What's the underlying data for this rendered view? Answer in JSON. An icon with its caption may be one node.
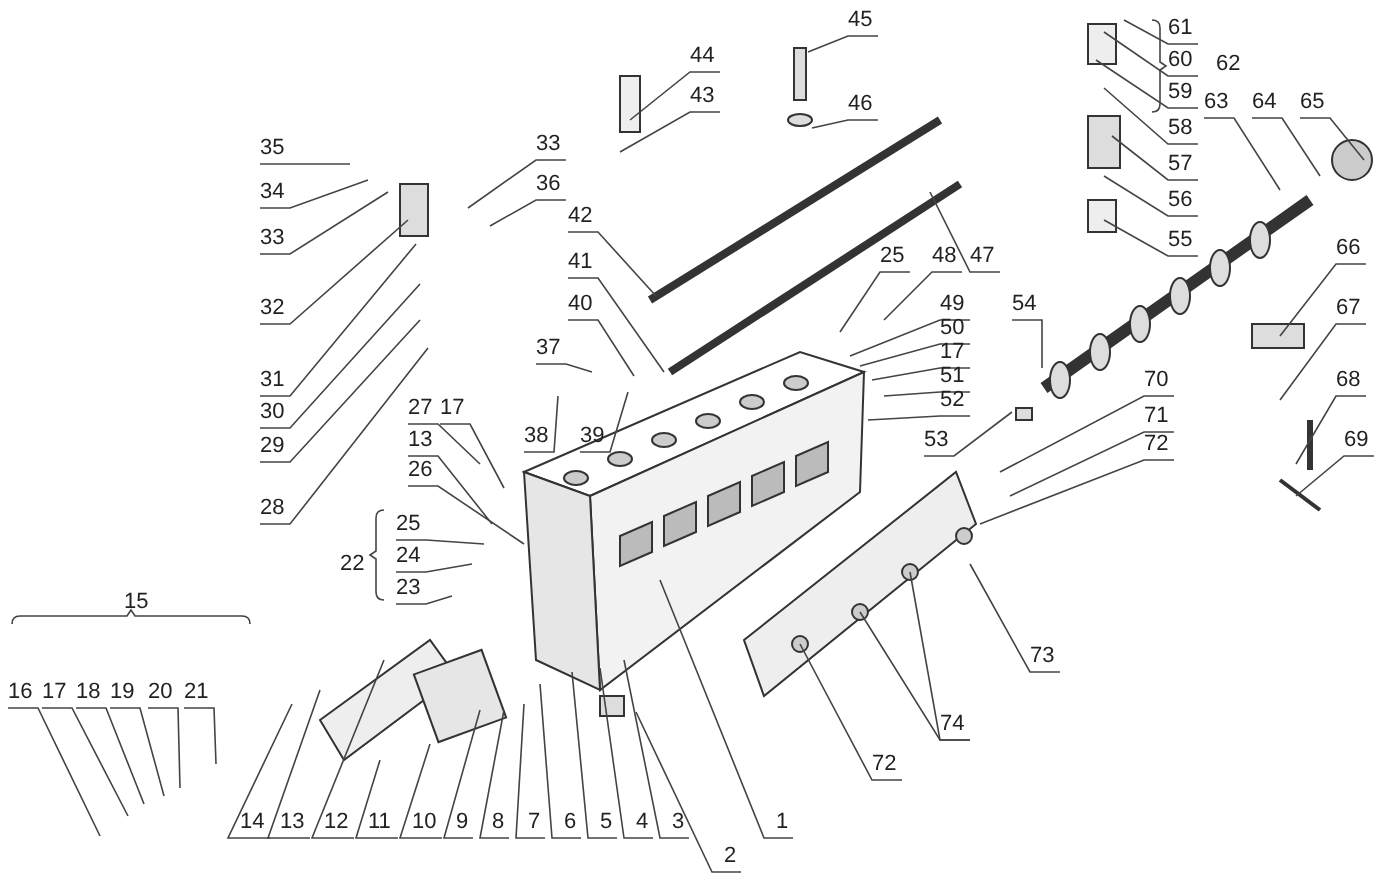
{
  "diagram": {
    "nodes": [
      {
        "text": [
          "35"
        ]
      },
      {
        "text": [
          "34"
        ]
      },
      {
        "text": [
          "33"
        ]
      },
      {
        "text": [
          "32"
        ]
      },
      {
        "text": [
          "31"
        ]
      },
      {
        "text": [
          "30"
        ]
      },
      {
        "text": [
          "29"
        ]
      },
      {
        "text": [
          "28"
        ]
      },
      {
        "text": [
          "33"
        ]
      },
      {
        "text": [
          "36"
        ]
      },
      {
        "text": [
          "44"
        ]
      },
      {
        "text": [
          "43"
        ]
      },
      {
        "text": [
          "42"
        ]
      },
      {
        "text": [
          "41"
        ]
      },
      {
        "text": [
          "40"
        ]
      },
      {
        "text": [
          "37"
        ]
      },
      {
        "text": [
          "38"
        ]
      },
      {
        "text": [
          "39"
        ]
      },
      {
        "text": [
          "45"
        ]
      },
      {
        "text": [
          "46"
        ]
      },
      {
        "text": [
          "47"
        ]
      },
      {
        "text": [
          "61"
        ]
      },
      {
        "text": [
          "60"
        ]
      },
      {
        "text": [
          "59"
        ]
      },
      {
        "text": [
          "58"
        ]
      },
      {
        "text": [
          "57"
        ]
      },
      {
        "text": [
          "56"
        ]
      },
      {
        "text": [
          "55"
        ]
      },
      {
        "text": [
          "63"
        ]
      },
      {
        "text": [
          "64"
        ]
      },
      {
        "text": [
          "65"
        ]
      },
      {
        "text": [
          "25"
        ]
      },
      {
        "text": [
          "48"
        ]
      },
      {
        "text": [
          "49"
        ]
      },
      {
        "text": [
          "50"
        ]
      },
      {
        "text": [
          "17"
        ]
      },
      {
        "text": [
          "51"
        ]
      },
      {
        "text": [
          "52"
        ]
      },
      {
        "text": [
          "53"
        ]
      },
      {
        "text": [
          "54"
        ]
      },
      {
        "text": [
          "66"
        ]
      },
      {
        "text": [
          "67"
        ]
      },
      {
        "text": [
          "68"
        ]
      },
      {
        "text": [
          "69"
        ]
      },
      {
        "text": [
          "70"
        ]
      },
      {
        "text": [
          "71"
        ]
      },
      {
        "text": [
          "72"
        ]
      },
      {
        "text": [
          "27"
        ]
      },
      {
        "text": [
          "17"
        ]
      },
      {
        "text": [
          "13"
        ]
      },
      {
        "text": [
          "26"
        ]
      },
      {
        "text": [
          "25"
        ]
      },
      {
        "text": [
          "24"
        ]
      },
      {
        "text": [
          "23"
        ]
      },
      {
        "text": [
          "16"
        ]
      },
      {
        "text": [
          "17"
        ]
      },
      {
        "text": [
          "18"
        ]
      },
      {
        "text": [
          "19"
        ]
      },
      {
        "text": [
          "20"
        ]
      },
      {
        "text": [
          "21"
        ]
      },
      {
        "text": [
          "14"
        ]
      },
      {
        "text": [
          "13"
        ]
      },
      {
        "text": [
          "12"
        ]
      },
      {
        "text": [
          "11"
        ]
      },
      {
        "text": [
          "10"
        ]
      },
      {
        "text": [
          "9"
        ]
      },
      {
        "text": [
          "8"
        ]
      },
      {
        "text": [
          "7"
        ]
      },
      {
        "text": [
          "6"
        ]
      },
      {
        "text": [
          "5"
        ]
      },
      {
        "text": [
          "4"
        ]
      },
      {
        "text": [
          "3"
        ]
      },
      {
        "text": [
          "2"
        ]
      },
      {
        "text": [
          "1"
        ]
      },
      {
        "text": [
          "72"
        ]
      },
      {
        "text": [
          "74"
        ]
      },
      {
        "text": [
          "73"
        ]
      }
    ],
    "edges": [
      {
        "from": 0,
        "to": null,
        "arrow": "none"
      },
      {
        "from": 1,
        "to": null,
        "arrow": "none"
      },
      {
        "from": 2,
        "to": null,
        "arrow": "none"
      },
      {
        "from": 3,
        "to": null,
        "arrow": "none"
      },
      {
        "from": 4,
        "to": null,
        "arrow": "none"
      },
      {
        "from": 5,
        "to": null,
        "arrow": "none"
      },
      {
        "from": 6,
        "to": null,
        "arrow": "none"
      },
      {
        "from": 7,
        "to": null,
        "arrow": "none"
      },
      {
        "from": 8,
        "to": null,
        "arrow": "none"
      },
      {
        "from": 9,
        "to": null,
        "arrow": "none"
      },
      {
        "from": 10,
        "to": null,
        "arrow": "none"
      },
      {
        "from": 11,
        "to": null,
        "arrow": "none"
      },
      {
        "from": 12,
        "to": null,
        "arrow": "none"
      },
      {
        "from": 13,
        "to": null,
        "arrow": "none"
      },
      {
        "from": 14,
        "to": null,
        "arrow": "none"
      },
      {
        "from": 15,
        "to": null,
        "arrow": "none"
      },
      {
        "from": 16,
        "to": null,
        "arrow": "none"
      },
      {
        "from": 17,
        "to": null,
        "arrow": "none"
      },
      {
        "from": 18,
        "to": null,
        "arrow": "none"
      },
      {
        "from": 19,
        "to": null,
        "arrow": "none"
      },
      {
        "from": 20,
        "to": null,
        "arrow": "none"
      },
      {
        "from": 21,
        "to": null,
        "arrow": "none"
      },
      {
        "from": 22,
        "to": null,
        "arrow": "none"
      },
      {
        "from": 23,
        "to": null,
        "arrow": "none"
      },
      {
        "from": 24,
        "to": null,
        "arrow": "none"
      },
      {
        "from": 25,
        "to": null,
        "arrow": "none"
      },
      {
        "from": 26,
        "to": null,
        "arrow": "none"
      },
      {
        "from": 27,
        "to": null,
        "arrow": "none"
      },
      {
        "from": 28,
        "to": null,
        "arrow": "none"
      },
      {
        "from": 29,
        "to": null,
        "arrow": "none"
      },
      {
        "from": 30,
        "to": null,
        "arrow": "none"
      },
      {
        "from": 31,
        "to": null,
        "arrow": "none"
      },
      {
        "from": 32,
        "to": null,
        "arrow": "none"
      },
      {
        "from": 33,
        "to": null,
        "arrow": "none"
      },
      {
        "from": 34,
        "to": null,
        "arrow": "none"
      },
      {
        "from": 35,
        "to": null,
        "arrow": "none"
      },
      {
        "from": 36,
        "to": null,
        "arrow": "none"
      },
      {
        "from": 37,
        "to": null,
        "arrow": "none"
      },
      {
        "from": 38,
        "to": null,
        "arrow": "none"
      },
      {
        "from": 39,
        "to": null,
        "arrow": "none"
      },
      {
        "from": 40,
        "to": null,
        "arrow": "none"
      },
      {
        "from": 41,
        "to": null,
        "arrow": "none"
      },
      {
        "from": 42,
        "to": null,
        "arrow": "none"
      },
      {
        "from": 43,
        "to": null,
        "arrow": "none"
      },
      {
        "from": 44,
        "to": null,
        "arrow": "none"
      },
      {
        "from": 45,
        "to": null,
        "arrow": "none"
      },
      {
        "from": 46,
        "to": null,
        "arrow": "none"
      },
      {
        "from": 47,
        "to": null,
        "arrow": "none"
      },
      {
        "from": 48,
        "to": null,
        "arrow": "none"
      },
      {
        "from": 49,
        "to": null,
        "arrow": "none"
      },
      {
        "from": 50,
        "to": null,
        "arrow": "none"
      },
      {
        "from": 51,
        "to": null,
        "arrow": "none"
      },
      {
        "from": 52,
        "to": null,
        "arrow": "none"
      },
      {
        "from": 53,
        "to": null,
        "arrow": "none"
      },
      {
        "from": 54,
        "to": null,
        "arrow": "none"
      },
      {
        "from": 55,
        "to": null,
        "arrow": "none"
      },
      {
        "from": 56,
        "to": null,
        "arrow": "none"
      },
      {
        "from": 57,
        "to": null,
        "arrow": "none"
      },
      {
        "from": 58,
        "to": null,
        "arrow": "none"
      },
      {
        "from": 59,
        "to": null,
        "arrow": "none"
      },
      {
        "from": 60,
        "to": null,
        "arrow": "none"
      },
      {
        "from": 61,
        "to": null,
        "arrow": "none"
      },
      {
        "from": 62,
        "to": null,
        "arrow": "none"
      },
      {
        "from": 63,
        "to": null,
        "arrow": "none"
      },
      {
        "from": 64,
        "to": null,
        "arrow": "none"
      },
      {
        "from": 65,
        "to": null,
        "arrow": "none"
      },
      {
        "from": 66,
        "to": null,
        "arrow": "none"
      },
      {
        "from": 67,
        "to": null,
        "arrow": "none"
      },
      {
        "from": 68,
        "to": null,
        "arrow": "none"
      },
      {
        "from": 69,
        "to": null,
        "arrow": "none"
      },
      {
        "from": 70,
        "to": null,
        "arrow": "none"
      },
      {
        "from": 71,
        "to": null,
        "arrow": "none"
      },
      {
        "from": 72,
        "to": null,
        "arrow": "none"
      },
      {
        "from": 73,
        "to": null,
        "arrow": "none"
      },
      {
        "from": 74,
        "to": null,
        "arrow": "none"
      },
      {
        "from": 75,
        "to": null,
        "arrow": "none"
      },
      {
        "from": 75,
        "to": null,
        "arrow": "none"
      },
      {
        "from": 76,
        "to": null,
        "arrow": "none"
      }
    ],
    "labels": [
      "62",
      "22",
      "15"
    ]
  }
}
